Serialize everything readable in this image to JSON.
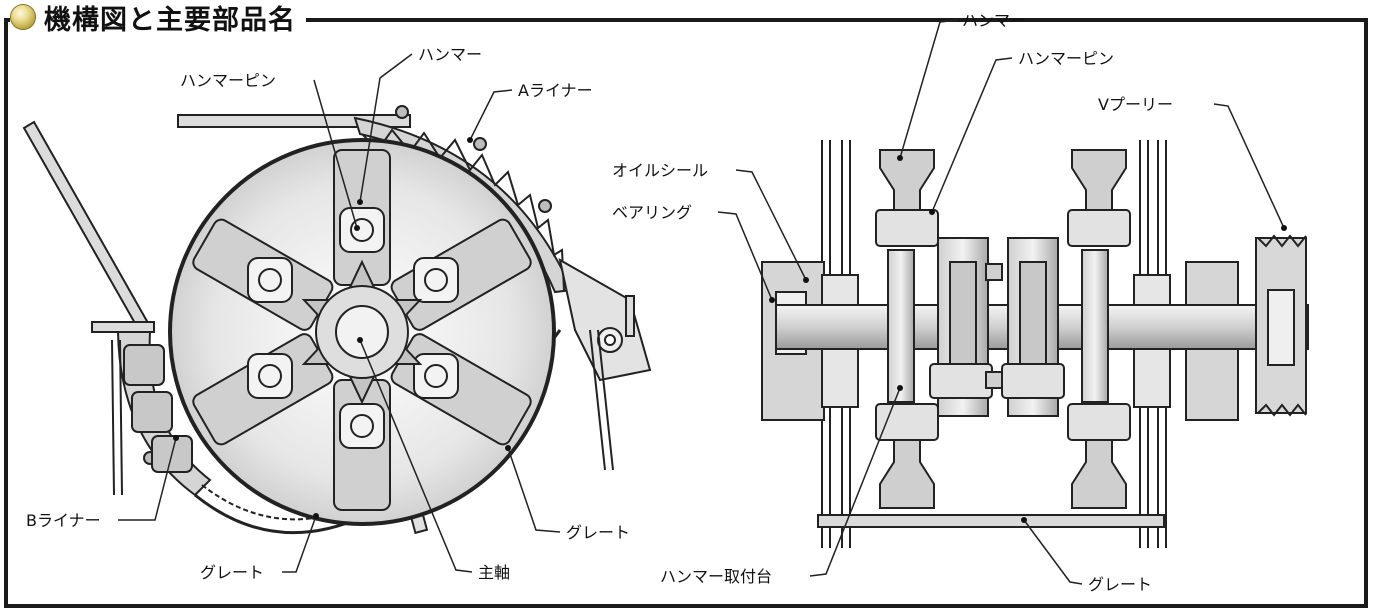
{
  "title": "機構図と主要部品名",
  "left_labels": {
    "hammer": "ハンマー",
    "hammer_pin": "ハンマーピン",
    "a_liner": "Aライナー",
    "b_liner": "Bライナー",
    "grate_bottom": "グレート",
    "grate_right": "グレート",
    "main_shaft": "主軸"
  },
  "right_labels": {
    "hammer": "ハンマー",
    "hammer_pin": "ハンマーピン",
    "v_pulley": "Vプーリー",
    "oil_seal": "オイルシール",
    "bearing": "ベアリング",
    "hammer_mount": "ハンマー取付台",
    "grate": "グレート"
  },
  "colors": {
    "border": "#1a1a1a",
    "part_fill": "#dcdcdc",
    "part_dark": "#bfbfbf",
    "line": "#222222"
  }
}
